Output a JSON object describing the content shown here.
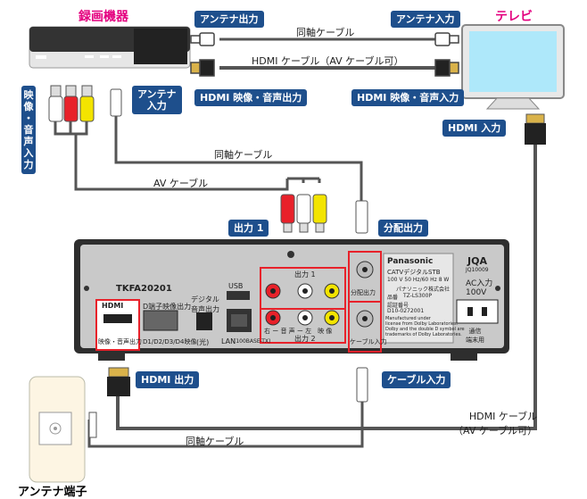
{
  "devices": {
    "recorder": "録画機器",
    "tv": "テレビ",
    "antenna_outlet": "アンテナ端子"
  },
  "badges": {
    "antenna_out": "アンテナ出力",
    "antenna_in_tv": "アンテナ入力",
    "hdmi_av_out": "HDMI 映像・音声出力",
    "hdmi_av_in": "HDMI 映像・音声入力",
    "hdmi_in": "HDMI 入力",
    "recorder_av_in": "映像・音声入力",
    "recorder_antenna_in": "アンテナ\n入力",
    "out1": "出力 1",
    "split_out": "分配出力",
    "hdmi_out": "HDMI 出力",
    "cable_in": "ケーブル入力"
  },
  "cables": {
    "coax_top": "同軸ケーブル",
    "hdmi_top": "HDMI ケーブル（AV ケーブル可）",
    "coax_mid": "同軸ケーブル",
    "av_cable": "AV ケーブル",
    "hdmi_bottom": "HDMI ケーブル\n（AV ケーブル可）",
    "coax_bottom": "同軸ケーブル"
  },
  "panel": {
    "model_code": "TKFA20201",
    "hdmi_logo": "HDMI",
    "hdmi_port_label": "映像・音声出力",
    "d_terminal": "D端子映像出力",
    "d_modes": "D1/D2/D3/D4映像",
    "digital_audio": "デジタル\n音声出力",
    "optical": "(光)",
    "usb": "USB",
    "lan": "LAN",
    "lan_spec": "(100BASE-TX)",
    "out1": "出力 1",
    "out2": "出力 2",
    "channels": "右 ー 音 声 ー 左　映 像",
    "split_label": "分配出力",
    "cable_label": "ケーブル入力",
    "brand": "Panasonic",
    "product": "CATVデジタルSTB",
    "ratings": "100 V  50 Hz/60 Hz  8 W",
    "maker": "パナソニック株式会社",
    "model_label": "品番",
    "model": "TZ-LS300P",
    "cert_label": "認証番号",
    "cert": "D10-0272001",
    "jqa": "JQA",
    "jqa_code": "JQ10009",
    "ac_in": "AC入力\n100V",
    "dolby": "Manufactured under\nlicense from Dolby Laboratories.\nDolby and the double D symbol are\ntrademarks of Dolby Laboratories.",
    "power_label": "通信\n端末用"
  }
}
